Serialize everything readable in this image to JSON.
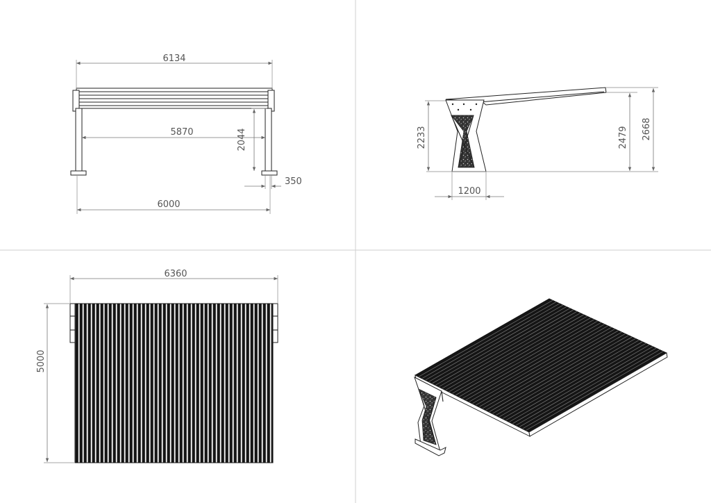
{
  "drawing": {
    "colors": {
      "line": "#222222",
      "dimension": "#777777",
      "text": "#555555",
      "separator": "#cfcfcf"
    },
    "front_view": {
      "dims": {
        "overall_top": "6134",
        "inner_span": "5870",
        "bench_height": "2044",
        "leg_width": "350",
        "base_span": "6000"
      }
    },
    "side_view": {
      "dims": {
        "front_height": "2233",
        "mid_height": "2479",
        "rear_height": "2668",
        "base_depth": "1200"
      }
    },
    "top_view": {
      "dims": {
        "width": "6360",
        "depth": "5000"
      }
    },
    "iso_view": {}
  }
}
